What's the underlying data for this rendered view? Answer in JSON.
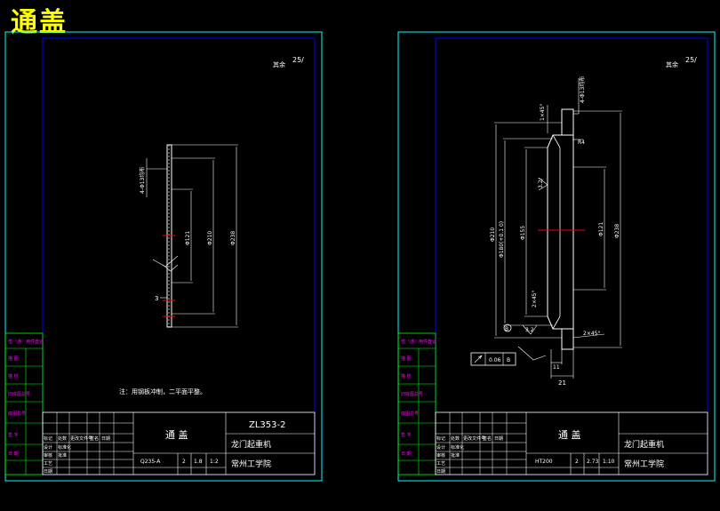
{
  "page_title": "通盖",
  "colors": {
    "frame": "#00ffff",
    "dim": "#ffffff",
    "text_white": "#ffffff",
    "blocks": "#00ff00",
    "magenta": "#ff00ff",
    "yellow": "#ffff00",
    "center": "#ff0000"
  },
  "left_sheet": {
    "roughness": "25/",
    "roughness_prefix": "其余",
    "dims": {
      "d_holes": "4-Φ13均布",
      "d1": "Φ121",
      "d2": "Φ210",
      "d3": "Φ238",
      "thk": "3"
    },
    "note": "注：用钢板冲制，二平面平整。",
    "drawing_no": "ZL353-2",
    "part_name": "通 盖",
    "machine": "龙门起重机",
    "school": "常州工学院",
    "material": "Q235-A",
    "qty": "2",
    "scale1": "1.8",
    "scale2": "1:2",
    "side_labels": [
      "借（通）用件登记",
      "描 图",
      "描 校",
      "旧底图总号",
      "底图总号",
      "签 字",
      "日 期"
    ],
    "table_row_labels": [
      "标记",
      "处数",
      "更改文件号",
      "签名",
      "日期",
      "设计",
      "审核",
      "工艺",
      "标准化",
      "批准",
      "日期"
    ]
  },
  "right_sheet": {
    "roughness": "25/",
    "roughness_prefix": "其余",
    "dims": {
      "chamfer_top": "1×45°",
      "holes": "4-Φ13均布",
      "r": "R4",
      "angle": "3.2/",
      "d1": "Φ210",
      "d2": "Φ180(+0.1 0)",
      "d3": "Φ155",
      "d4": "Φ121",
      "d5": "Φ238",
      "chamfer_left": "2×45°",
      "chamfer_bot": "2×45°",
      "ra": "3.2",
      "w1": "11",
      "w2": "21",
      "tol": "0.06",
      "datum": "B",
      "datum_b": "B"
    },
    "drawing_no": "",
    "part_name": "通 盖",
    "machine": "龙门起重机",
    "school": "常州工学院",
    "material": "HT200",
    "qty": "2",
    "scale1": "2.73",
    "scale2": "1:10",
    "side_labels": [
      "借（通）用件登记",
      "描 图",
      "描 校",
      "旧底图总号",
      "底图总号",
      "签 字",
      "日 期"
    ],
    "table_row_labels": [
      "标记",
      "处数",
      "更改文件号",
      "签名",
      "日期",
      "设计",
      "审核",
      "工艺",
      "标准化",
      "批准",
      "日期"
    ]
  }
}
